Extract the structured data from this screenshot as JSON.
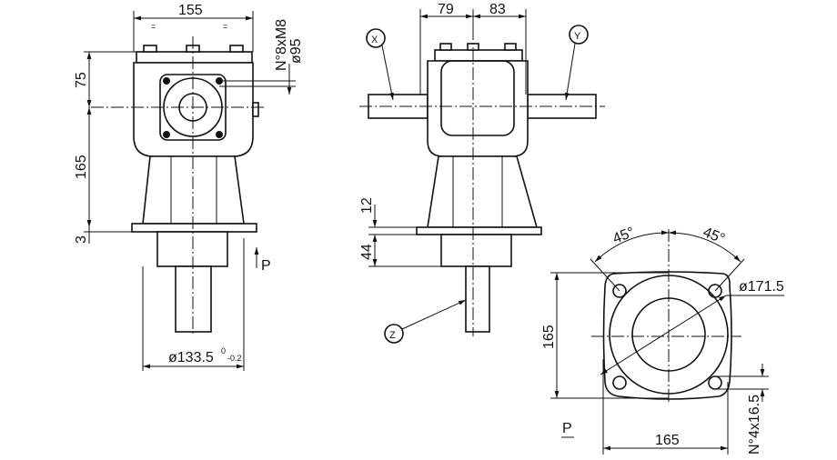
{
  "front_view": {
    "width": "155",
    "equal_marks": [
      "=",
      "="
    ],
    "height_top": "75",
    "height_body": "165",
    "base_thickness": "3",
    "bolts": "N°8xM8",
    "bolt_circle": "ø95",
    "base_diameter": "ø133.5",
    "tolerance_upper": "0",
    "tolerance_lower": "-0.2",
    "view_arrow": "P"
  },
  "side_view": {
    "dim_left": "79",
    "dim_right": "83",
    "shaft_x": "X",
    "shaft_y": "Y",
    "shaft_z": "Z",
    "dim_flange": "12",
    "dim_spigot": "44"
  },
  "bottom_view": {
    "angle_left": "45°",
    "angle_right": "45°",
    "pcd": "ø171.5",
    "height": "165",
    "width": "165",
    "holes": "N°4x16.5",
    "view_label": "P"
  }
}
